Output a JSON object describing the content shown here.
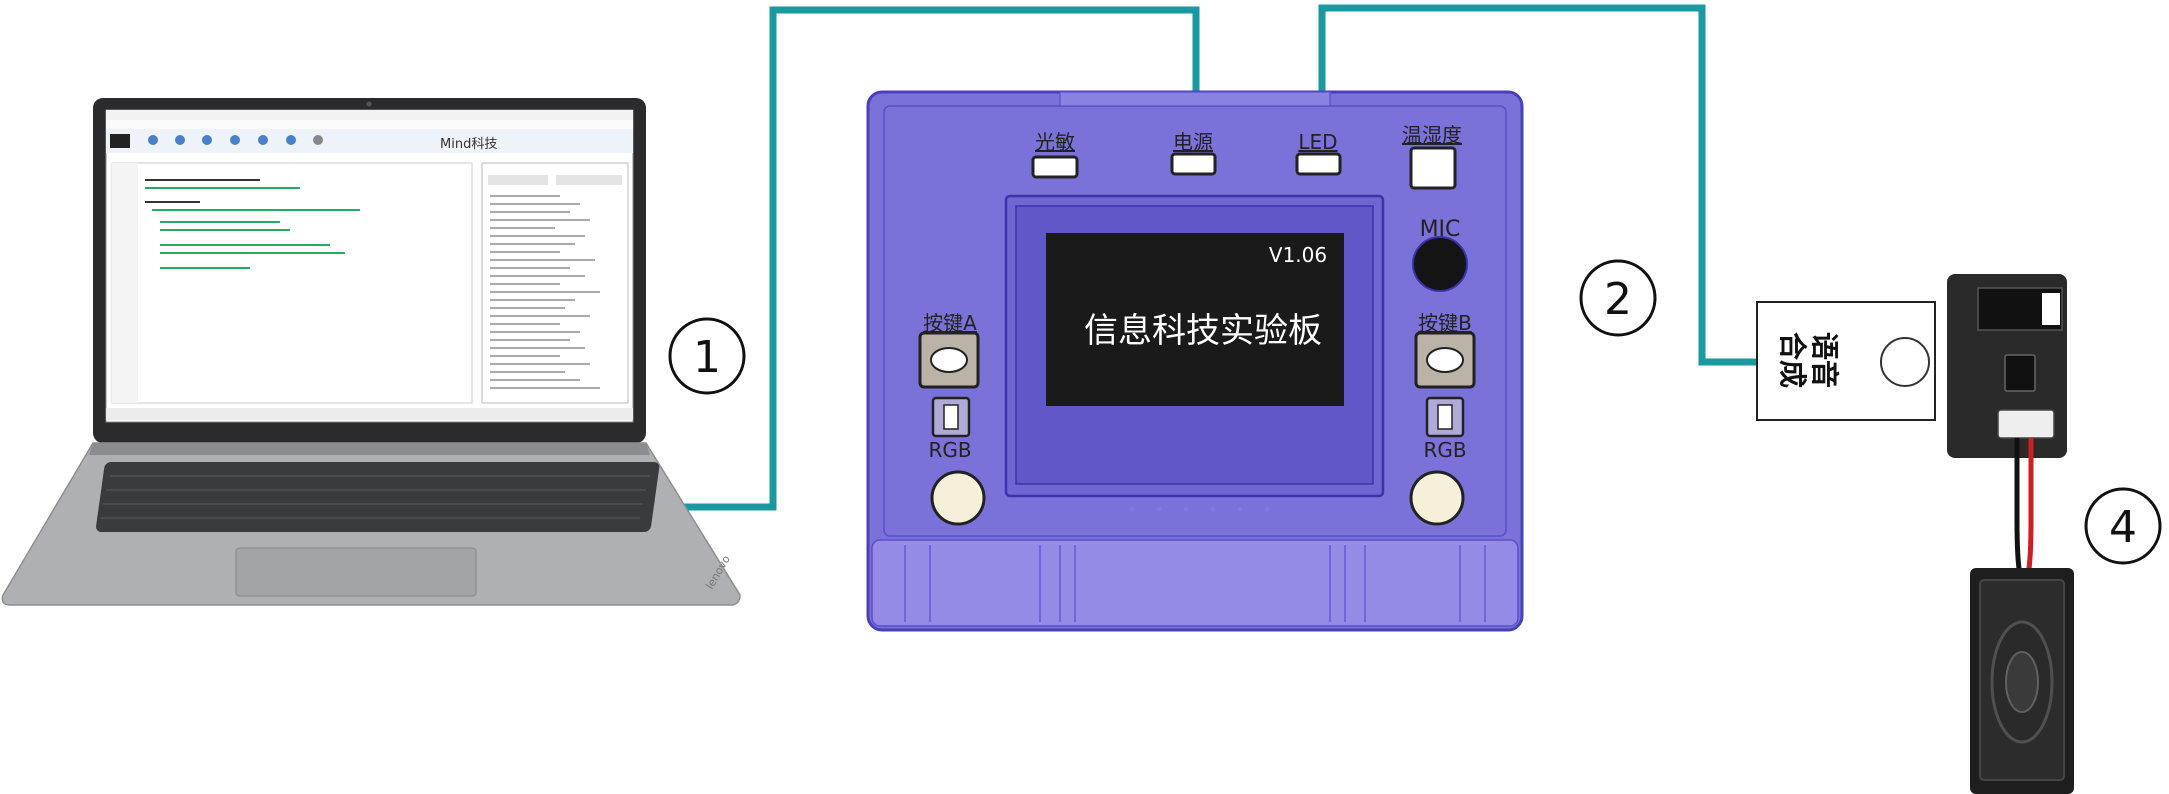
{
  "colors": {
    "wire": "#1a9aa0",
    "board_body": "#7b72d9",
    "board_edge": "#4a40b8",
    "screen_bg": "#1a1a1a",
    "laptop_body": "#a9abae",
    "ink": "#111111"
  },
  "board": {
    "labels": {
      "light": "光敏",
      "power": "电源",
      "led": "LED",
      "temp_humidity": "温湿度",
      "mic": "MIC",
      "button_a": "按键A",
      "button_b": "按键B",
      "rgb_left": "RGB",
      "rgb_right": "RGB"
    },
    "screen": {
      "version": "V1.06",
      "title": "信息科技实验板"
    }
  },
  "module": {
    "label_line1": "语音",
    "label_line2": "合成"
  },
  "callouts": [
    "1",
    "2",
    "4"
  ],
  "laptop": {
    "window_title": "Mind科技",
    "brand": "lenovo"
  }
}
